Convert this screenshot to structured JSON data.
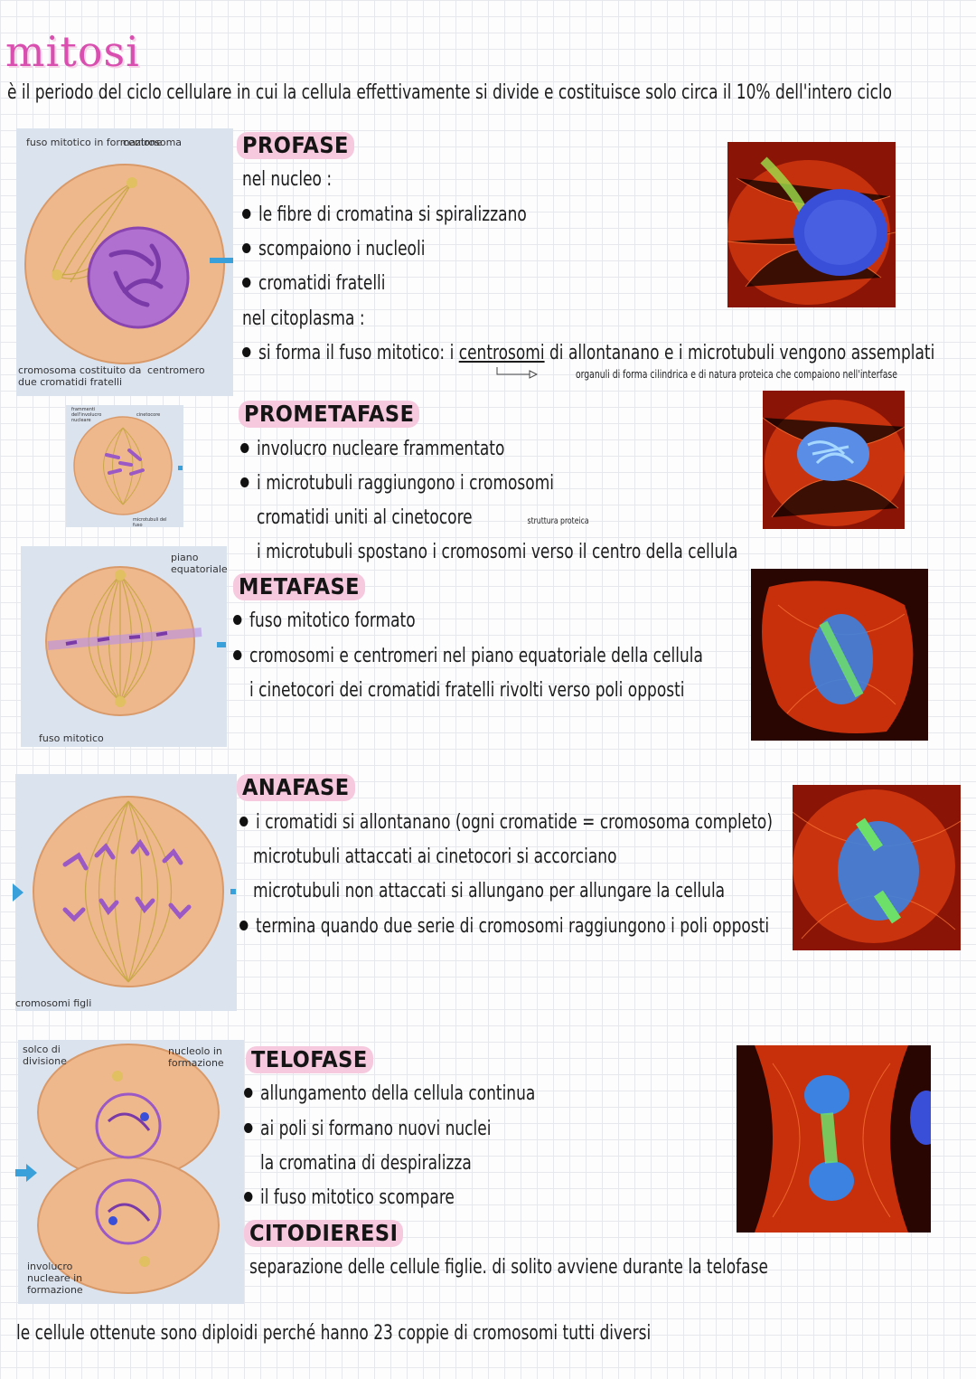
{
  "title": "mitosi",
  "intro": "è il periodo del ciclo cellulare in cui la cellula effettivamente si divide e costituisce solo circa il 10% dell'intero ciclo",
  "diagram_labels": {
    "prophase_spindle": "fuso mitotico in formazione",
    "prophase_centrosome": "centrosoma",
    "prophase_chromosome": "cromosoma costituito da due cromatidi fratelli",
    "prophase_centromere": "centromero",
    "prometa_fragments": "frammenti dell'involucro nucleare",
    "prometa_kinetochore": "cinetocore",
    "prometa_microtubules": "microtubuli del fuso",
    "meta_plane": "piano equatoriale",
    "meta_spindle": "fuso mitotico",
    "ana_children": "cromosomi figli",
    "telo_furrow": "solco di divisione",
    "telo_nucleolus": "nucleolo in formazione",
    "telo_envelope": "involucro nucleare in formazione"
  },
  "profase": {
    "header": "PROFASE",
    "l1": "nel nucleo :",
    "b1": "le fibre di cromatina si spiralizzano",
    "b2": "scompaiono i nucleoli",
    "b3": "cromatidi fratelli",
    "l2": "nel citoplasma :",
    "b4_a": "si forma il fuso mitotico: i ",
    "b4_u": "centrosomi",
    "b4_b": " di allontanano e i microtubuli vengono assemplati",
    "note": "organuli di forma cilindrica e di natura proteica che compaiono nell'interfase"
  },
  "prometafase": {
    "header": "PROMETAFASE",
    "b1": "involucro nucleare frammentato",
    "b2": "i microtubuli raggiungono i cromosomi",
    "l1": "cromatidi uniti al cinetocore",
    "note": "struttura proteica",
    "l2": "i microtubuli spostano i cromosomi verso il centro della cellula"
  },
  "metafase": {
    "header": "METAFASE",
    "b1": "fuso mitotico formato",
    "b2": "cromosomi e centromeri nel piano equatoriale della cellula",
    "l1": "i cinetocori dei cromatidi fratelli rivolti verso poli opposti"
  },
  "anafase": {
    "header": "ANAFASE",
    "b1": "i cromatidi si allontanano (ogni cromatide = cromosoma completo)",
    "l1": "microtubuli attaccati ai cinetocori si accorciano",
    "l2": "microtubuli non attaccati si allungano per allungare la cellula",
    "b2": "termina quando due serie di cromosomi raggiungono i poli opposti"
  },
  "telofase": {
    "header": "TELOFASE",
    "b1": "allungamento della cellula continua",
    "b2": "ai poli si formano nuovi nuclei",
    "l1": "la cromatina di despiralizza",
    "b3": "il fuso mitotico scompare"
  },
  "citodieresi": {
    "header": "CITODIERESI",
    "l1": "separazione delle cellule figlie. di solito avviene durante la telofase"
  },
  "footer": "le cellule ottenute sono diploidi perché hanno 23 coppie di cromosomi tutti diversi",
  "colors": {
    "highlight": "#f7c9de",
    "title": "#d94fb0",
    "marker": "#3aa0d9",
    "cell": "#f0b98d",
    "nucleus": "#b070d0"
  }
}
